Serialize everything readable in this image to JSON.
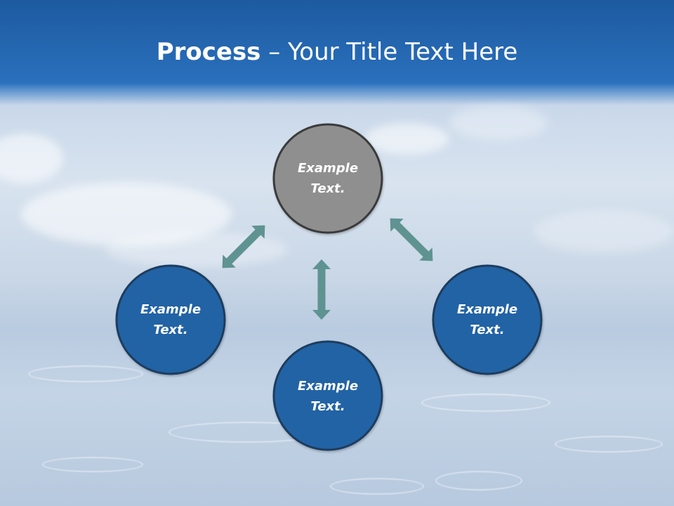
{
  "title": {
    "bold": "Process",
    "rest": " – Your Title Text Here"
  },
  "nodes": [
    {
      "id": "top",
      "text1": "Example",
      "text2": "Text.",
      "fill": "#8f8f8f"
    },
    {
      "id": "left",
      "text1": "Example",
      "text2": "Text.",
      "fill": "#2264a5"
    },
    {
      "id": "bottom",
      "text1": "Example",
      "text2": "Text.",
      "fill": "#2264a5"
    },
    {
      "id": "right",
      "text1": "Example",
      "text2": "Text.",
      "fill": "#2264a5"
    }
  ],
  "colors": {
    "node_border": "#1f3d5e",
    "top_node_border": "#3a3a3a",
    "arrow": "#5f9391"
  }
}
